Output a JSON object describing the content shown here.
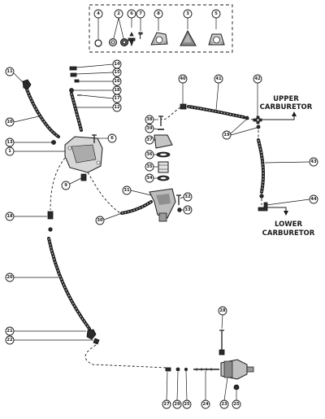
{
  "labels": {
    "upper_line1": "UPPER",
    "upper_line2": "CARBURETOR",
    "lower_line1": "LOWER",
    "lower_line2": "CARBURETOR"
  },
  "callouts": {
    "inset": [
      "4",
      "2",
      "6",
      "7",
      "8",
      "3",
      "5"
    ],
    "c11": "11",
    "c14": "14",
    "c15": "15",
    "c16": "16",
    "c18": "18",
    "c17": "17",
    "c12a": "12",
    "c10": "10",
    "c13": "13",
    "c1": "1",
    "c6": "6",
    "c9": "9",
    "c40": "40",
    "c41": "41",
    "c42": "42",
    "c19": "19",
    "c43": "43",
    "c44": "44",
    "c38": "38",
    "c39": "39",
    "c37": "37",
    "c36": "36",
    "c35": "35",
    "c34": "34",
    "c31": "31",
    "c32": "32",
    "c33": "33",
    "c30": "30",
    "c18b": "18",
    "c20": "20",
    "c21": "21",
    "c22": "22",
    "c28": "28",
    "c27": "27",
    "c29": "29",
    "c25a": "25",
    "c24": "24",
    "c23": "23",
    "c25b": "25"
  }
}
